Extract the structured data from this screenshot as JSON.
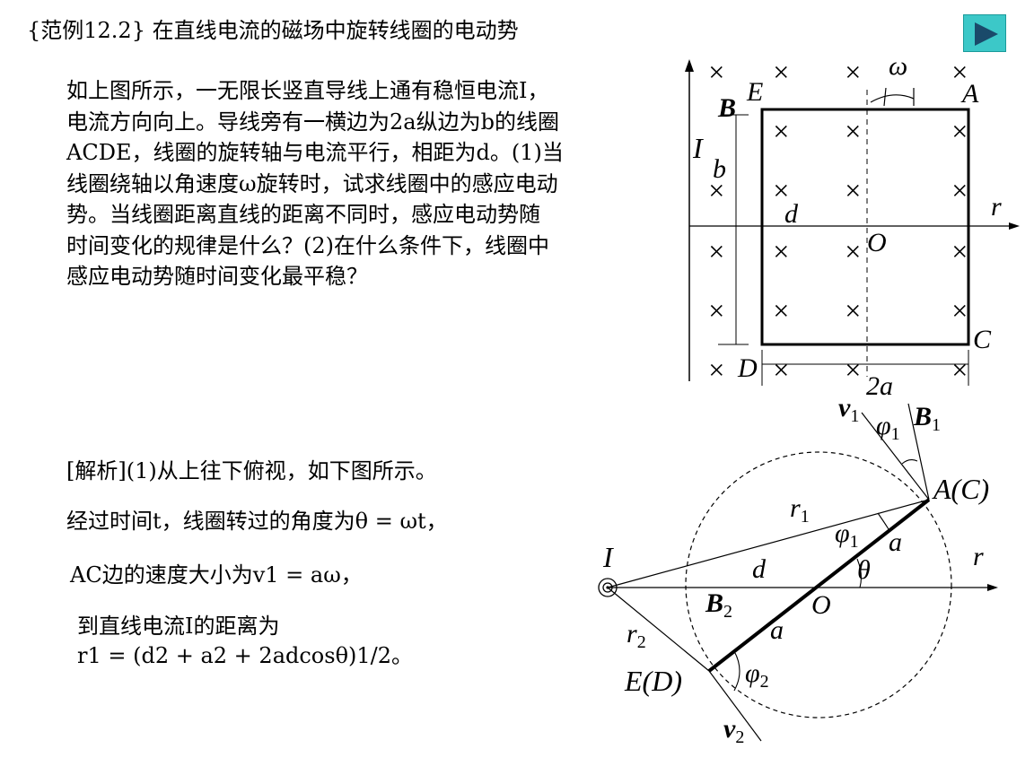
{
  "header": {
    "title": "{范例12.2} 在直线电流的磁场中旋转线圈的电动势"
  },
  "nav": {
    "next_icon": "play-triangle-icon",
    "color": "#3cc8c8"
  },
  "problem": {
    "lines": [
      "如上图所示，一无限长竖直导线上通有稳恒电流I，",
      "电流方向向上。导线旁有一横边为2a纵边为b的线圈",
      "ACDE，线圈的旋转轴与电流平行，相距为d。(1)当",
      "线圈绕轴以角速度ω旋转时，试求线圈中的感应电动",
      "势。当线圈距离直线的距离不同时，感应电动势随",
      "时间变化的规律是什么？(2)在什么条件下，线圈中",
      "感应电动势随时间变化最平稳？"
    ]
  },
  "solution": {
    "line1": "[解析](1)从上往下俯视，如下图所示。",
    "line2": "经过时间t，线圈转过的角度为θ = ωt，",
    "line3": "AC边的速度大小为v1 = aω，",
    "line4": "到直线电流I的距离为",
    "line5": "r1 = (d2 + a2 + 2adcosθ)1/2。"
  },
  "figure1": {
    "labels": {
      "omega": "ω",
      "E": "E",
      "A": "A",
      "B": "B",
      "I": "I",
      "b": "b",
      "d": "d",
      "r": "r",
      "O": "O",
      "C": "C",
      "D": "D",
      "two_a": "2a"
    },
    "cross": "×"
  },
  "figure2": {
    "labels": {
      "v": "v",
      "v_sub": "1",
      "phi": "φ",
      "phi_sub": "1",
      "B": "B",
      "B_sub": "1",
      "AC": "A(C)",
      "r": "r",
      "r_sub": "1",
      "phi1": "φ",
      "phi1_sub": "1",
      "a_top": "a",
      "I": "I",
      "d": "d",
      "theta": "θ",
      "r_axis": "r",
      "B2": "B",
      "B2_sub": "2",
      "O": "O",
      "a_bottom": "a",
      "r2": "r",
      "r2_sub": "2",
      "ED": "E(D)",
      "phi2": "φ",
      "phi2_sub": "2",
      "v2": "v",
      "v2_sub": "2"
    }
  }
}
